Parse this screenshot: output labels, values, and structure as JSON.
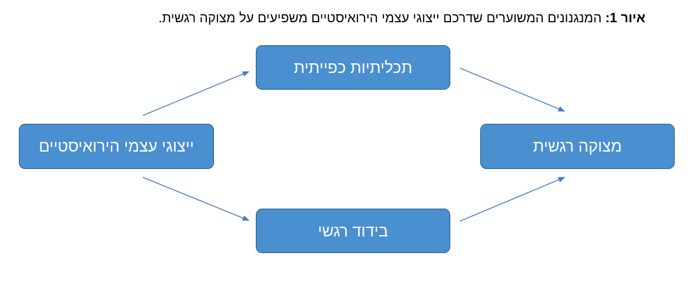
{
  "caption": {
    "label": "איור 1:",
    "text": " המנגנונים המשוערים שדרכם ייצוגי עצמי הירואיסטיים משפיעים על מצוקה רגשית."
  },
  "boxes": {
    "left": "ייצוגי עצמי הירואיסטיים",
    "top": "תכליתיות כפייתית",
    "bottom": "בידוד רגשי",
    "right": "מצוקה רגשית"
  },
  "colors": {
    "box_fill": "#4a8fd0",
    "box_border": "#2e5d8e",
    "arrow": "#4a7cc4"
  }
}
